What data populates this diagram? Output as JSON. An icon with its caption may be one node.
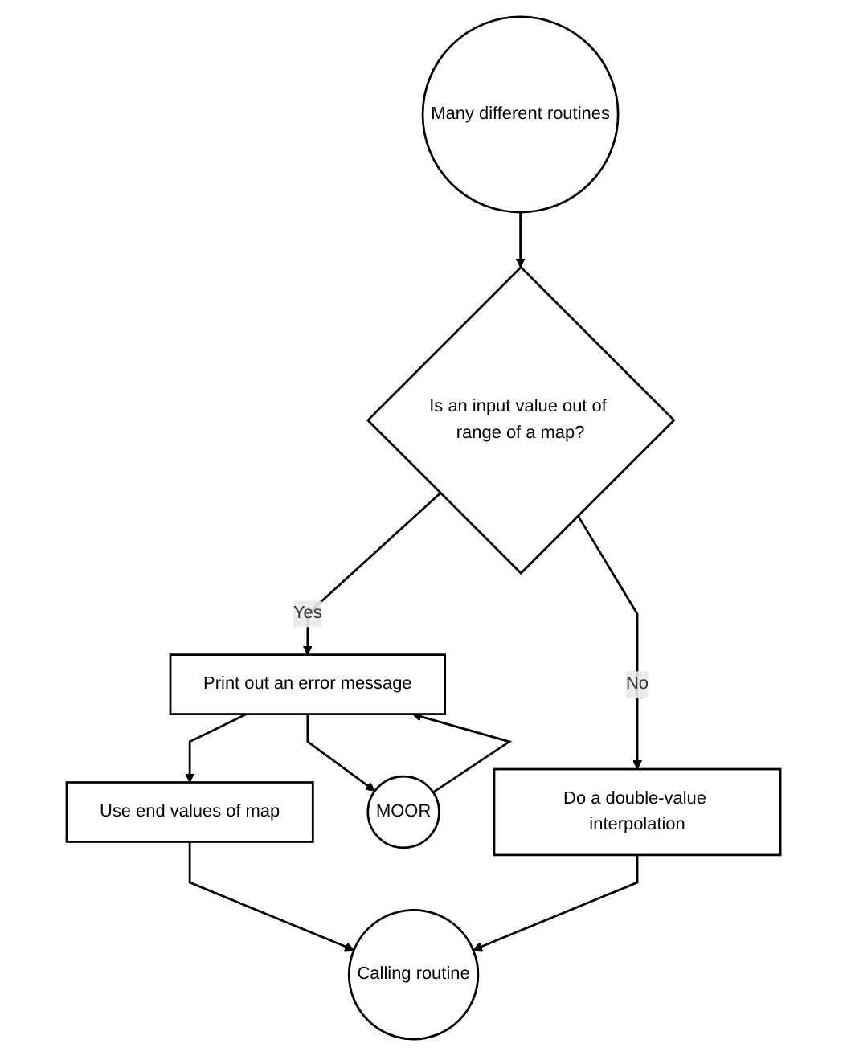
{
  "diagram": {
    "nodes": [
      {
        "text": [
          "Many different routines"
        ]
      },
      {
        "text": [
          "Is an input value out of range of a map?"
        ]
      },
      {
        "text": [
          "Do a double-value interpolation"
        ]
      },
      {
        "text": [
          "Print out an error message"
        ]
      },
      {
        "text": [
          "MOOR"
        ]
      },
      {
        "text": [
          "Use end values of map"
        ]
      },
      {
        "text": [
          "Calling routine"
        ]
      }
    ],
    "edges": [
      {
        "from": 0,
        "to": 1,
        "arrow": "to"
      },
      {
        "from": 1,
        "to": 2,
        "label": "No",
        "arrow": "to"
      },
      {
        "from": 1,
        "to": 3,
        "label": "Yes",
        "arrow": "to"
      },
      {
        "from": 3,
        "to": 4,
        "arrow": "to"
      },
      {
        "from": 4,
        "to": 3,
        "arrow": "to"
      },
      {
        "from": 3,
        "to": 5,
        "arrow": "to"
      },
      {
        "from": 5,
        "to": 6,
        "arrow": "to"
      },
      {
        "from": 2,
        "to": 6,
        "arrow": "to"
      }
    ]
  }
}
